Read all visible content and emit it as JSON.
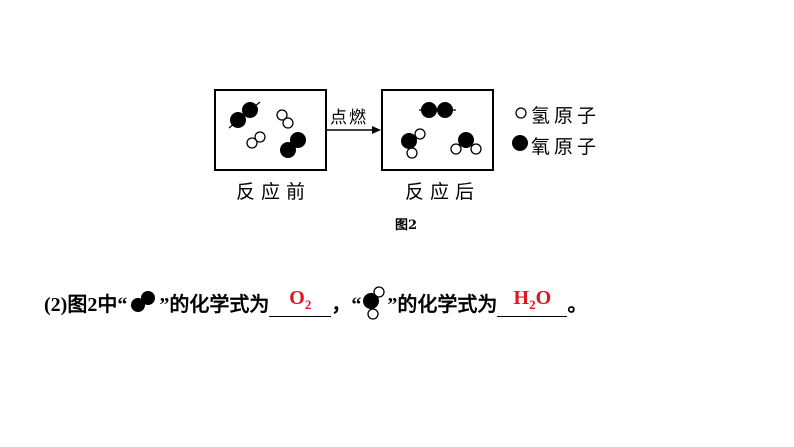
{
  "figure": {
    "arrow_label": "点燃",
    "before_label": "反应前",
    "after_label": "反应后",
    "caption": "图2",
    "legend": [
      {
        "symbol": "hollow-circle",
        "label": "氢原子"
      },
      {
        "symbol": "filled-circle",
        "label": "氧原子"
      }
    ]
  },
  "question": {
    "prefix": "(2)图2中“",
    "mid1": "”的化学式为",
    "sep": "，“",
    "mid2": "”的化学式为",
    "end": "。",
    "answer1": {
      "base": "O",
      "sub": "2"
    },
    "answer2": {
      "h": "H",
      "sub": "2",
      "o": "O"
    },
    "answer_color": "#e0141e"
  }
}
